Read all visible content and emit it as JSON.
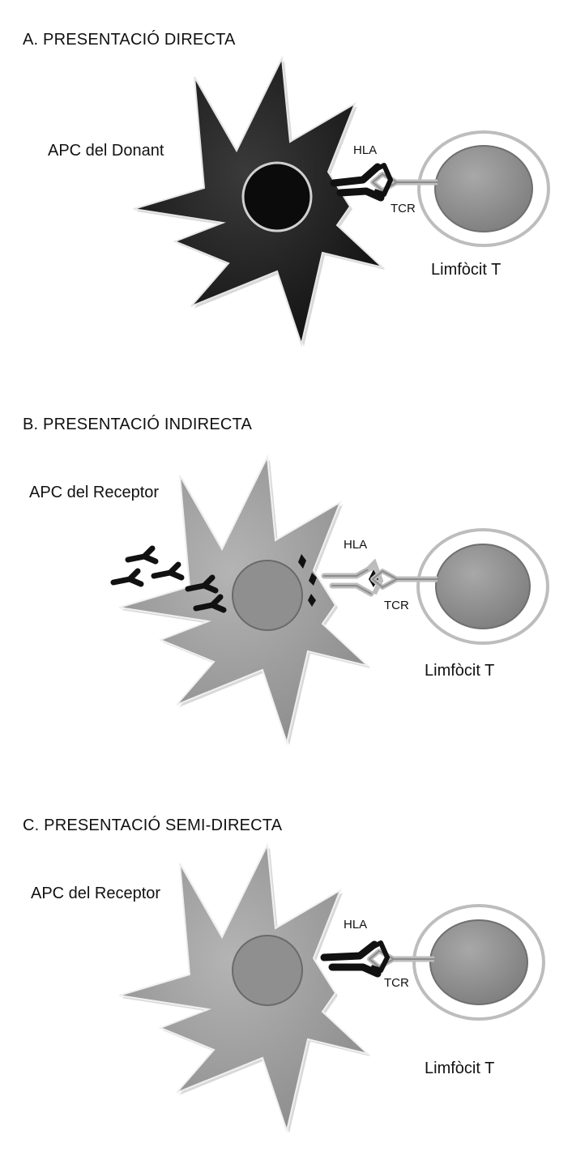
{
  "panels": [
    {
      "title": "A. PRESENTACIÓ DIRECTA",
      "apc_label": "APC del Donant",
      "hla_label": "HLA",
      "tcr_label": "TCR",
      "tcell_label": "Limfòcit T",
      "apc_color": "#1c1c1c",
      "nucleus_color": "#0d0d0d"
    },
    {
      "title": "B. PRESENTACIÓ INDIRECTA",
      "apc_label": "APC del Receptor",
      "hla_label": "HLA",
      "tcr_label": "TCR",
      "tcell_label": "Limfòcit T",
      "apc_color": "#9a9a9a",
      "nucleus_color": "#8e8e8e"
    },
    {
      "title": "C. PRESENTACIÓ SEMI-DIRECTA",
      "apc_label": "APC del Receptor",
      "hla_label": "HLA",
      "tcr_label": "TCR",
      "tcell_label": "Limfòcit T",
      "apc_color": "#9a9a9a",
      "nucleus_color": "#8e8e8e"
    }
  ],
  "colors": {
    "tcell_body": "#8f8f8f",
    "tcr": "#a6a6a6",
    "donor_hla": "#111111"
  }
}
